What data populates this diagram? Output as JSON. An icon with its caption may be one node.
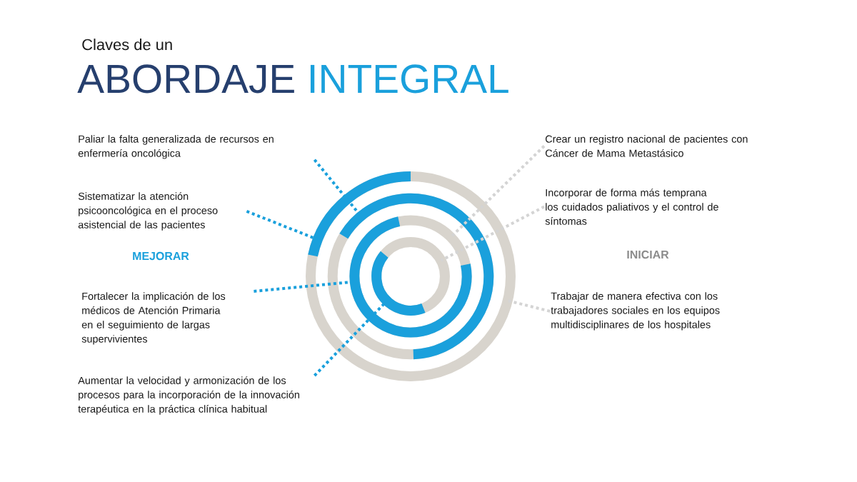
{
  "diagram": {
    "nodes": [
      {
        "text": [
          "Paliar la falta generalizada de recursos en enfermería oncológica"
        ]
      },
      {
        "text": [
          "Sistematizar la atención psicooncológica en el proceso asistencial de las pacientes"
        ]
      },
      {
        "text": [
          "Fortalecer la implicación de los médicos de Atención Primaria en el seguimiento de largas supervivientes"
        ]
      },
      {
        "text": [
          "Aumentar la velocidad y armonización de los procesos para la incorporación de la innovación terapéutica en la práctica clínica habitual"
        ]
      },
      {
        "text": [
          "Crear un registro nacional de pacientes con Cáncer de Mama Metastásico"
        ]
      },
      {
        "text": [
          "Incorporar de forma más temprana los cuidados paliativos y el control de síntomas"
        ]
      },
      {
        "text": [
          "Trabajar de manera efectiva con los trabajadores sociales en los equipos multidisciplinares de los hospitales"
        ]
      },
      {
        "text": [],
        "shape": "circle"
      },
      {
        "text": [],
        "shape": "circle",
        "in": 7
      },
      {
        "text": [],
        "shape": "circle",
        "in": 8
      },
      {
        "text": [],
        "shape": "circle",
        "in": 9
      }
    ],
    "edges": [
      {
        "from": 0,
        "to": 8,
        "arrow": "none",
        "style": "dashed"
      },
      {
        "from": 1,
        "to": 7,
        "arrow": "none",
        "style": "dashed"
      },
      {
        "from": 2,
        "to": 9,
        "arrow": "none",
        "style": "dashed"
      },
      {
        "from": 3,
        "to": 10,
        "arrow": "none",
        "style": "dashed"
      },
      {
        "from": 4,
        "to": 9,
        "arrow": "none",
        "style": "dashed",
        "color": "#d4d4d4"
      },
      {
        "from": 5,
        "to": 10,
        "arrow": "none",
        "style": "dashed",
        "color": "#d4d4d4"
      },
      {
        "from": 6,
        "to": 7,
        "arrow": "none",
        "style": "dashed",
        "color": "#d4d4d4"
      }
    ],
    "labels": [
      "Claves de un",
      "ABORDAJE",
      "INTEGRAL",
      "MEJORAR",
      "INICIAR"
    ]
  }
}
